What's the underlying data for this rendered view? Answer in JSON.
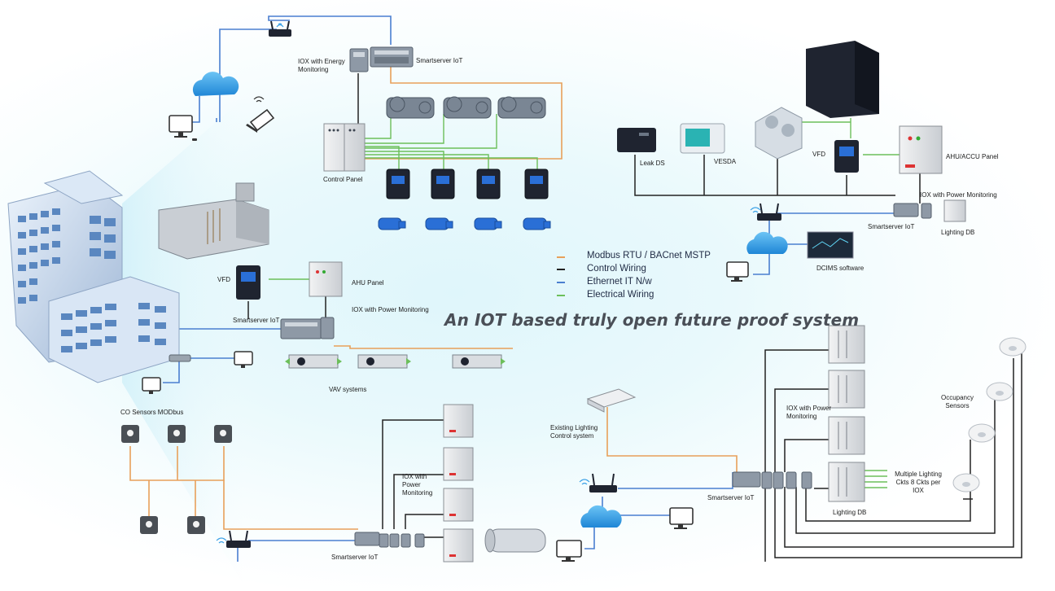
{
  "title": "An IOT based truly open future proof system",
  "legend": [
    {
      "label": "Modbus RTU / BACnet MSTP",
      "color": "#e8a05a"
    },
    {
      "label": "Control Wiring",
      "color": "#222222"
    },
    {
      "label": "Ethernet IT N/w",
      "color": "#4a7fd0"
    },
    {
      "label": "Electrical Wiring",
      "color": "#6cbf5a"
    }
  ],
  "labels": {
    "iox_energy": "IOX with Energy Monitoring",
    "smartserver_top": "Smartserver IoT",
    "control_panel": "Control Panel",
    "leak_ds": "Leak DS",
    "vesda": "VESDA",
    "vfd_right": "VFD",
    "ahu_accu": "AHU/ACCU Panel",
    "iox_power_right": "IOX with Power Monitoring",
    "smartserver_right": "Smartserver IoT",
    "lighting_db_right": "Lighting DB",
    "dcims": "DCIMS software",
    "vfd_left": "VFD",
    "ahu_panel": "AHU Panel",
    "smartserver_mid": "Smartserver IoT",
    "iox_power_mid": "IOX with Power Monitoring",
    "vav": "VAV systems",
    "co_sensors": "CO Sensors MODbus",
    "iox_power_bottom": "IOX with Power Monitoring",
    "smartserver_bottom": "Smartserver IoT",
    "existing_lighting": "Existing Lighting Control system",
    "iox_power_lighting": "IOX with Power Monitoring",
    "smartserver_lighting": "Smartserver IoT",
    "lighting_db": "Lighting DB",
    "multiple_ckts": "Multiple Lighting Ckts 8 Ckts per IOX",
    "occupancy": "Occupancy Sensors"
  },
  "colors": {
    "modbus": "#e8a05a",
    "control": "#222222",
    "ethernet": "#4a7fd0",
    "electrical": "#6cbf5a",
    "cloud": "#3aa0e6",
    "device_dark": "#1f2430",
    "vfd_blue": "#2a6fd6"
  }
}
